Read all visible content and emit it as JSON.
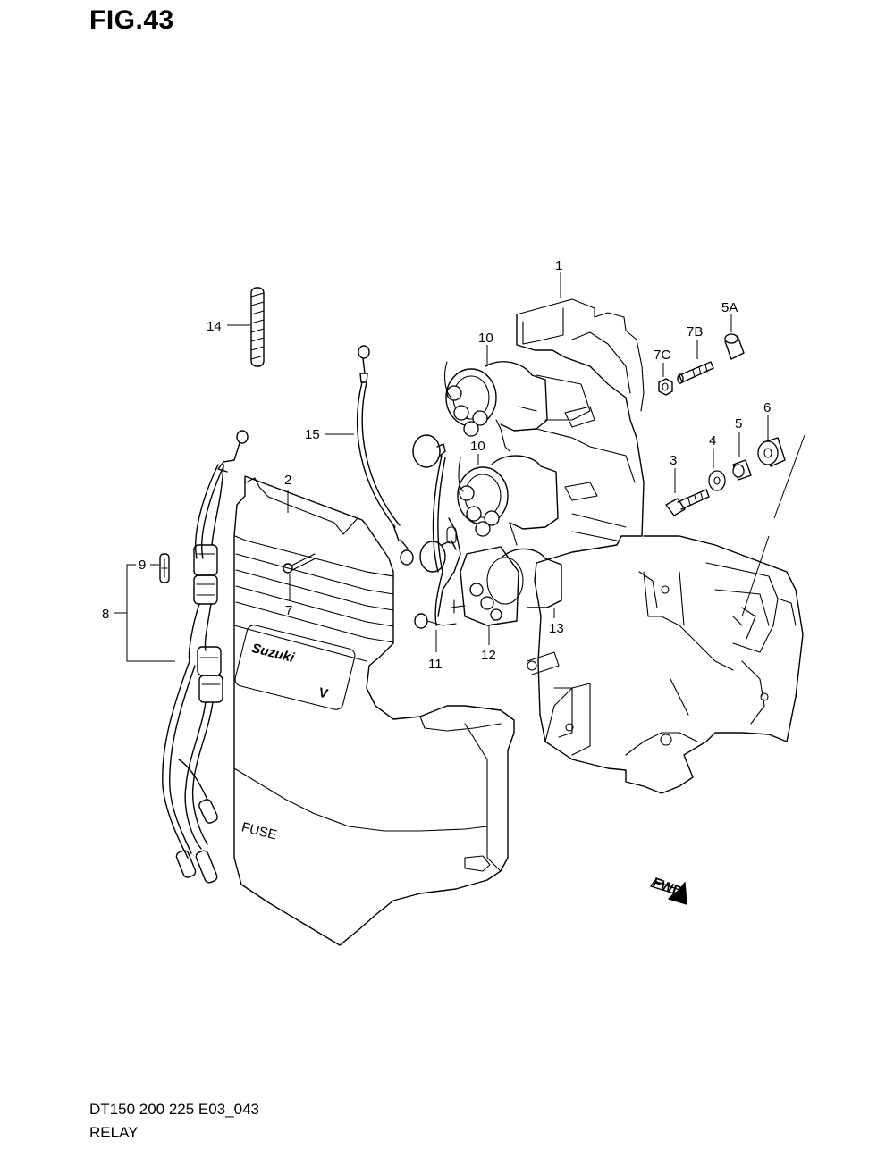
{
  "figure": {
    "title": "FIG.43"
  },
  "footer": {
    "model_code": "DT150 200 225 E03_043",
    "section_name": "RELAY"
  },
  "direction_marker": {
    "text": "FWD",
    "icon": "arrow-right-icon"
  },
  "cover_text": {
    "brand": "Suzuki",
    "brand_mark": "V",
    "fuse_label": "FUSE"
  },
  "callouts": [
    {
      "id": "1",
      "label": "1"
    },
    {
      "id": "2",
      "label": "2"
    },
    {
      "id": "3",
      "label": "3"
    },
    {
      "id": "4",
      "label": "4"
    },
    {
      "id": "5",
      "label": "5"
    },
    {
      "id": "5A",
      "label": "5A"
    },
    {
      "id": "6",
      "label": "6"
    },
    {
      "id": "7",
      "label": "7"
    },
    {
      "id": "7B",
      "label": "7B"
    },
    {
      "id": "7C",
      "label": "7C"
    },
    {
      "id": "8",
      "label": "8"
    },
    {
      "id": "9",
      "label": "9"
    },
    {
      "id": "10a",
      "label": "10"
    },
    {
      "id": "10b",
      "label": "10"
    },
    {
      "id": "11",
      "label": "11"
    },
    {
      "id": "12",
      "label": "12"
    },
    {
      "id": "13",
      "label": "13"
    },
    {
      "id": "14",
      "label": "14"
    },
    {
      "id": "15",
      "label": "15"
    }
  ]
}
